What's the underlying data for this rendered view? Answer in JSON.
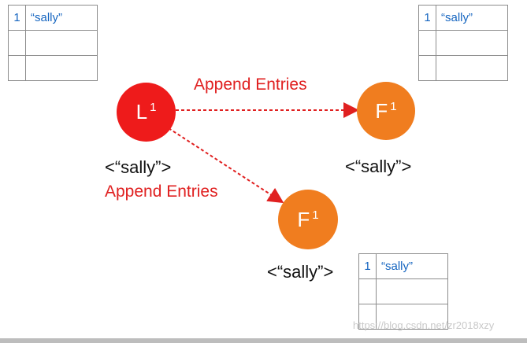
{
  "leader": {
    "letter": "L",
    "term": "1",
    "state_value": "<“sally”>",
    "color": "#ee1b1b"
  },
  "follower_top": {
    "letter": "F",
    "term": "1",
    "state_value": "<“sally”>",
    "color": "#f07d1f"
  },
  "follower_bottom": {
    "letter": "F",
    "term": "1",
    "state_value": "<“sally”>",
    "color": "#f07d1f"
  },
  "messages": {
    "to_top": "Append Entries",
    "to_bottom": "Append Entries",
    "arrow_color": "#e02020"
  },
  "logs": {
    "leader": {
      "rows": [
        [
          "1",
          "“sally”"
        ],
        [
          "",
          ""
        ],
        [
          "",
          ""
        ]
      ]
    },
    "follower_top": {
      "rows": [
        [
          "1",
          "“sally”"
        ],
        [
          "",
          ""
        ],
        [
          "",
          ""
        ]
      ]
    },
    "follower_bottom": {
      "rows": [
        [
          "1",
          "“sally”"
        ],
        [
          "",
          ""
        ],
        [
          "",
          ""
        ]
      ]
    }
  },
  "watermark": "https://blog.csdn.net/zr2018xzy"
}
